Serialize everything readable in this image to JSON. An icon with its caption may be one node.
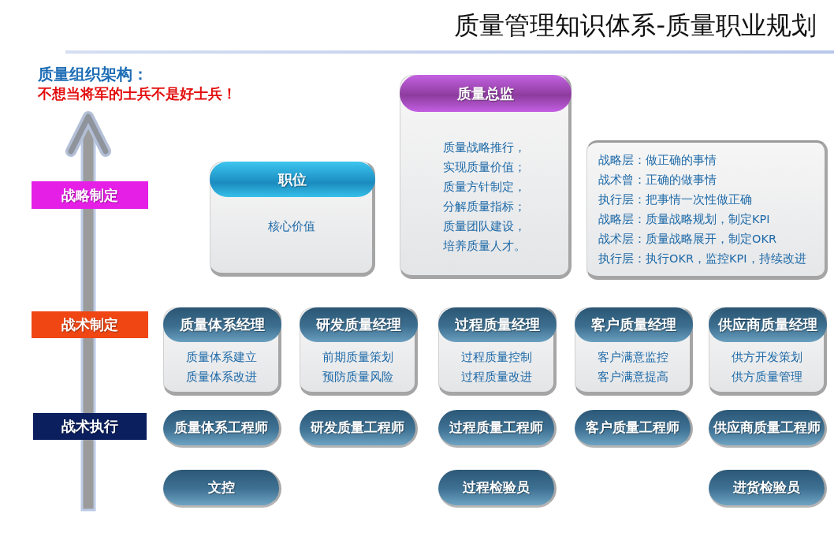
{
  "diagram": {
    "title": "质量管理知识体系-质量职业规划",
    "nodes": [
      {
        "text": [
          "战略制定"
        ]
      },
      {
        "text": [
          "职位",
          "核心价值"
        ]
      },
      {
        "text": [
          "质量总监",
          "质量战略推行，实现质量价值；质量方针制定，分解质量指标；质量团队建设，培养质量人才。"
        ]
      },
      {
        "text": [
          "战略层：做正确的事情",
          "战术曾：正确的做事情",
          "执行层：把事情一次性做正确",
          "战略层：质量战略规划，制定KPI",
          "战术层：质量战略展开，制定OKR",
          "执行层：执行OKR，监控KPI，持续改进"
        ]
      },
      {
        "text": [
          "战术制定"
        ]
      },
      {
        "text": [
          "质量体系经理",
          "质量体系建立",
          "质量体系改进"
        ]
      },
      {
        "text": [
          "研发质量经理",
          "前期质量策划",
          "预防质量风险"
        ]
      },
      {
        "text": [
          "过程质量经理",
          "过程质量控制",
          "过程质量改进"
        ]
      },
      {
        "text": [
          "客户质量经理",
          "客户满意监控",
          "客户满意提高"
        ]
      },
      {
        "text": [
          "供应商质量经理",
          "供方开发策划",
          "供方质量管理"
        ]
      },
      {
        "text": [
          "战术执行"
        ]
      },
      {
        "text": [
          "质量体系工程师"
        ]
      },
      {
        "text": [
          "研发质量工程师"
        ]
      },
      {
        "text": [
          "过程质量工程师"
        ]
      },
      {
        "text": [
          "客户质量工程师"
        ]
      },
      {
        "text": [
          "供应商质量工程师"
        ]
      },
      {
        "text": [
          "文控"
        ]
      },
      {
        "text": [
          "过程检验员"
        ]
      },
      {
        "text": [
          "进货检验员"
        ]
      }
    ],
    "labels": [
      "质量组织架构：",
      "不想当将军的士兵不是好士兵！"
    ]
  }
}
